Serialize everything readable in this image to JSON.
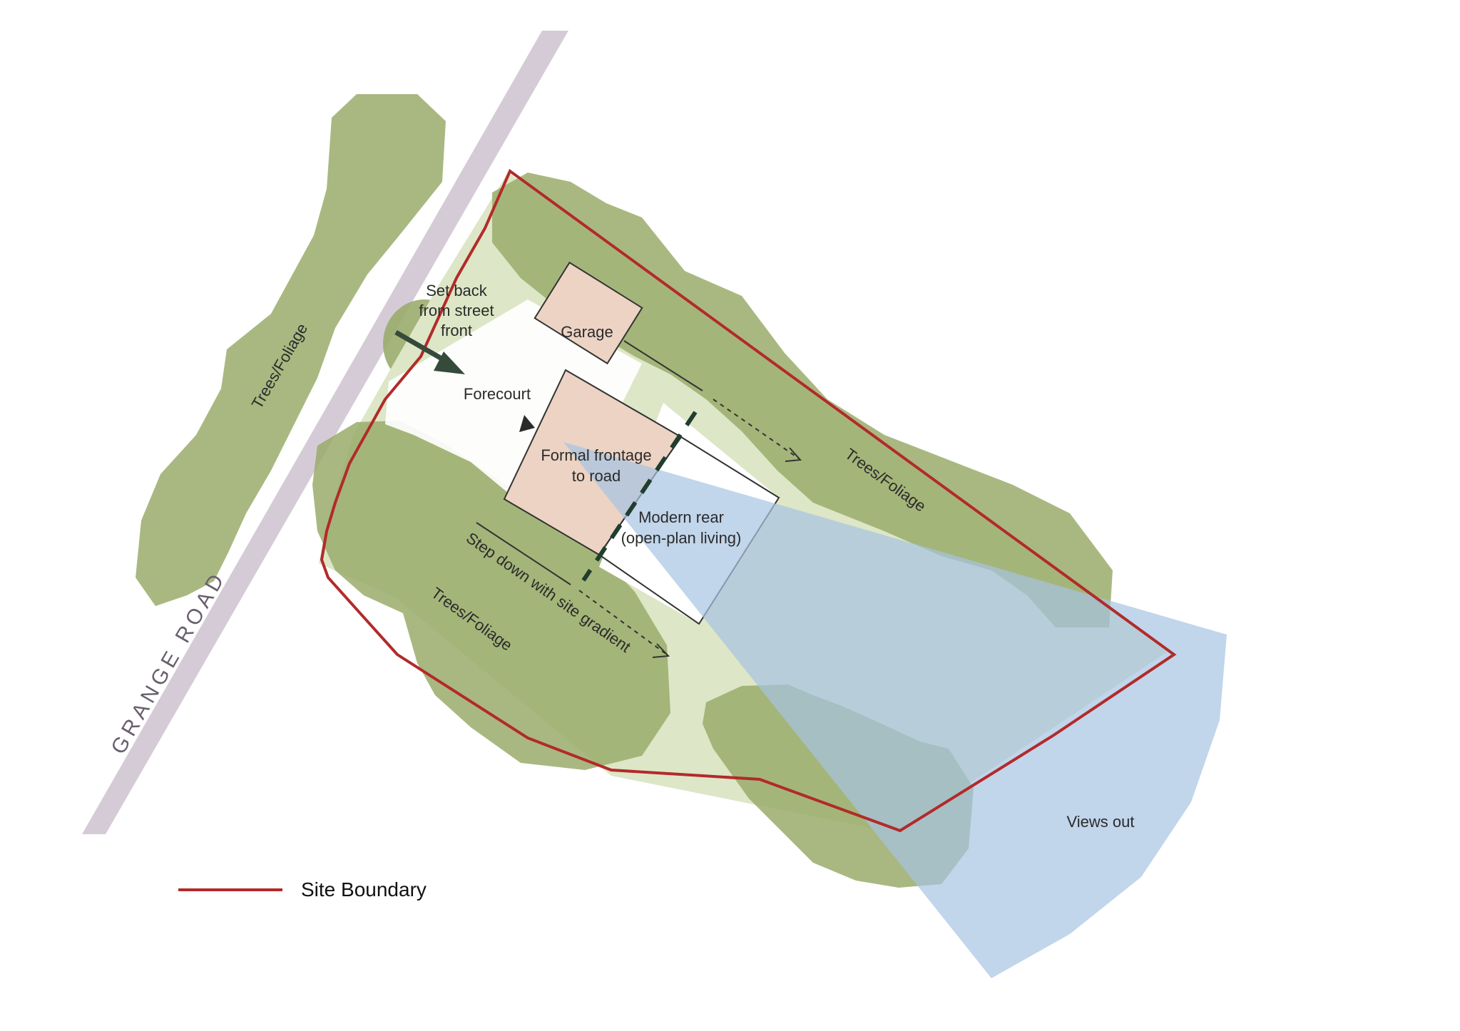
{
  "labels": {
    "road": "GRANGE ROAD",
    "trees_left": "Trees/Foliage",
    "trees_right": "Trees/Foliage",
    "trees_bottom": "Trees/Foliage",
    "setback_1": "Set back",
    "setback_2": "from street",
    "setback_3": "front",
    "forecourt": "Forecourt",
    "garage": "Garage",
    "frontage_1": "Formal frontage",
    "frontage_2": "to road",
    "rear_1": "Modern rear",
    "rear_2": "(open-plan living)",
    "stepdown": "Step down with site gradient",
    "views": "Views out"
  },
  "legend": {
    "site_boundary": "Site Boundary"
  },
  "colors": {
    "road": "#d5cbd6",
    "foliage_dark": "#9aac6b",
    "foliage_light": "#dde6c6",
    "building": "#ecd3c4",
    "views": "#a7c3e2",
    "boundary": "#b22a2a"
  }
}
